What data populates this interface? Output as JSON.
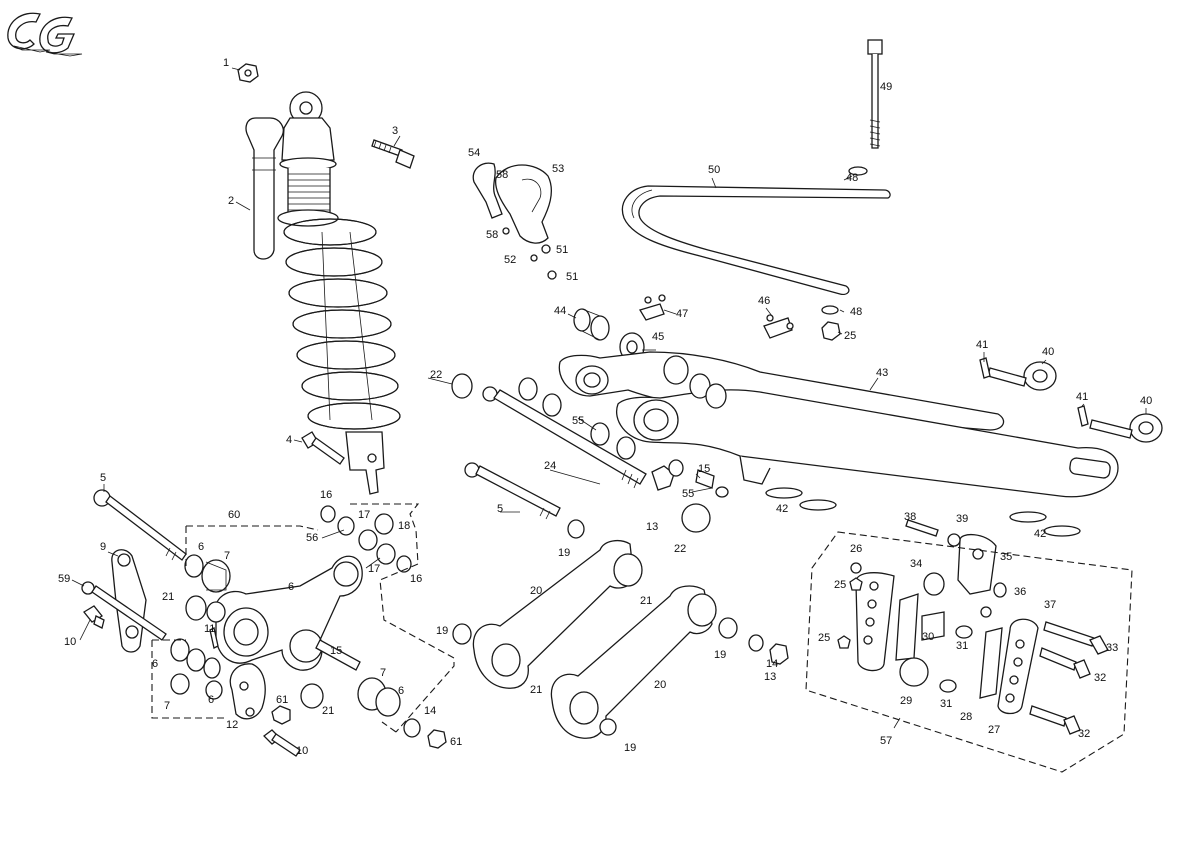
{
  "logo": {
    "text": "GG"
  },
  "callouts": [
    {
      "id": "c1",
      "text": "1"
    },
    {
      "id": "c2",
      "text": "2"
    },
    {
      "id": "c3",
      "text": "3"
    },
    {
      "id": "c4",
      "text": "4"
    },
    {
      "id": "c5a",
      "text": "5"
    },
    {
      "id": "c5b",
      "text": "5"
    },
    {
      "id": "c6a",
      "text": "6"
    },
    {
      "id": "c6b",
      "text": "6"
    },
    {
      "id": "c6c",
      "text": "6"
    },
    {
      "id": "c6d",
      "text": "6"
    },
    {
      "id": "c6e",
      "text": "6"
    },
    {
      "id": "c7a",
      "text": "7"
    },
    {
      "id": "c7b",
      "text": "7"
    },
    {
      "id": "c7c",
      "text": "7"
    },
    {
      "id": "c9",
      "text": "9"
    },
    {
      "id": "c10a",
      "text": "10"
    },
    {
      "id": "c10b",
      "text": "10"
    },
    {
      "id": "c11",
      "text": "11"
    },
    {
      "id": "c12",
      "text": "12"
    },
    {
      "id": "c13a",
      "text": "13"
    },
    {
      "id": "c13b",
      "text": "13"
    },
    {
      "id": "c14a",
      "text": "14"
    },
    {
      "id": "c14b",
      "text": "14"
    },
    {
      "id": "c15a",
      "text": "15"
    },
    {
      "id": "c15b",
      "text": "15"
    },
    {
      "id": "c16a",
      "text": "16"
    },
    {
      "id": "c16b",
      "text": "16"
    },
    {
      "id": "c17a",
      "text": "17"
    },
    {
      "id": "c17b",
      "text": "17"
    },
    {
      "id": "c18",
      "text": "18"
    },
    {
      "id": "c19a",
      "text": "19"
    },
    {
      "id": "c19b",
      "text": "19"
    },
    {
      "id": "c19c",
      "text": "19"
    },
    {
      "id": "c19d",
      "text": "19"
    },
    {
      "id": "c20a",
      "text": "20"
    },
    {
      "id": "c20b",
      "text": "20"
    },
    {
      "id": "c21a",
      "text": "21"
    },
    {
      "id": "c21b",
      "text": "21"
    },
    {
      "id": "c21c",
      "text": "21"
    },
    {
      "id": "c21d",
      "text": "21"
    },
    {
      "id": "c22a",
      "text": "22"
    },
    {
      "id": "c22b",
      "text": "22"
    },
    {
      "id": "c24",
      "text": "24"
    },
    {
      "id": "c25a",
      "text": "25"
    },
    {
      "id": "c25b",
      "text": "25"
    },
    {
      "id": "c25c",
      "text": "25"
    },
    {
      "id": "c26",
      "text": "26"
    },
    {
      "id": "c27",
      "text": "27"
    },
    {
      "id": "c28",
      "text": "28"
    },
    {
      "id": "c29",
      "text": "29"
    },
    {
      "id": "c30",
      "text": "30"
    },
    {
      "id": "c31a",
      "text": "31"
    },
    {
      "id": "c31b",
      "text": "31"
    },
    {
      "id": "c32a",
      "text": "32"
    },
    {
      "id": "c32b",
      "text": "32"
    },
    {
      "id": "c33",
      "text": "33"
    },
    {
      "id": "c34",
      "text": "34"
    },
    {
      "id": "c35",
      "text": "35"
    },
    {
      "id": "c36",
      "text": "36"
    },
    {
      "id": "c37",
      "text": "37"
    },
    {
      "id": "c38",
      "text": "38"
    },
    {
      "id": "c39",
      "text": "39"
    },
    {
      "id": "c40a",
      "text": "40"
    },
    {
      "id": "c40b",
      "text": "40"
    },
    {
      "id": "c41a",
      "text": "41"
    },
    {
      "id": "c41b",
      "text": "41"
    },
    {
      "id": "c42a",
      "text": "42"
    },
    {
      "id": "c42b",
      "text": "42"
    },
    {
      "id": "c43",
      "text": "43"
    },
    {
      "id": "c44",
      "text": "44"
    },
    {
      "id": "c45",
      "text": "45"
    },
    {
      "id": "c46",
      "text": "46"
    },
    {
      "id": "c47",
      "text": "47"
    },
    {
      "id": "c48a",
      "text": "48"
    },
    {
      "id": "c48b",
      "text": "48"
    },
    {
      "id": "c49",
      "text": "49"
    },
    {
      "id": "c50",
      "text": "50"
    },
    {
      "id": "c51a",
      "text": "51"
    },
    {
      "id": "c51b",
      "text": "51"
    },
    {
      "id": "c52",
      "text": "52"
    },
    {
      "id": "c53",
      "text": "53"
    },
    {
      "id": "c54",
      "text": "54"
    },
    {
      "id": "c55a",
      "text": "55"
    },
    {
      "id": "c55b",
      "text": "55"
    },
    {
      "id": "c56",
      "text": "56"
    },
    {
      "id": "c57",
      "text": "57"
    },
    {
      "id": "c58a",
      "text": "58"
    },
    {
      "id": "c58b",
      "text": "58"
    },
    {
      "id": "c59",
      "text": "59"
    },
    {
      "id": "c60",
      "text": "60"
    },
    {
      "id": "c61a",
      "text": "61"
    },
    {
      "id": "c61b",
      "text": "61"
    }
  ]
}
